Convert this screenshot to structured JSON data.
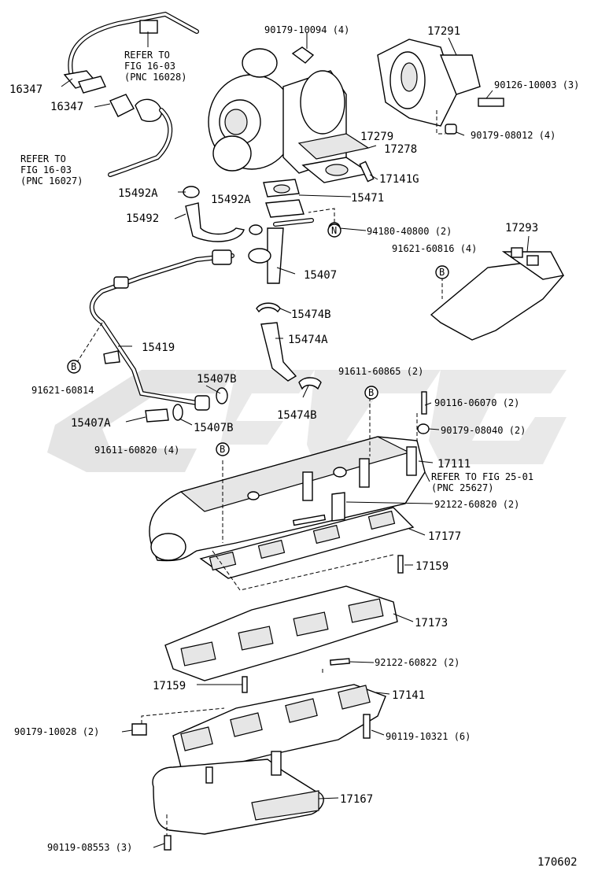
{
  "watermark": "watermark-logo",
  "figure_number": "170602",
  "labels": {
    "l16347a": "16347",
    "l16347b": "16347",
    "refer_1603a": "REFER TO",
    "refer_1603a_2": "FIG 16-03",
    "refer_1603a_3": "(PNC 16028)",
    "refer_1603b": "REFER TO",
    "refer_1603b_2": "FIG 16-03",
    "refer_1603b_3": "(PNC 16027)",
    "l90179_10094": "90179-10094 (4)",
    "l17291": "17291",
    "l90126_10003": "90126-10003 (3)",
    "l17279": "17279",
    "l90179_08012": "90179-08012 (4)",
    "l17278": "17278",
    "l17141g": "17141G",
    "l15492a_1": "15492A",
    "l15492a_2": "15492A",
    "l15471": "15471",
    "l15492": "15492",
    "l94180_40800": "94180-40800 (2)",
    "l17293": "17293",
    "l91621_60816": "91621-60816 (4)",
    "l15407": "15407",
    "l15474b_1": "15474B",
    "l15474a": "15474A",
    "l15419": "15419",
    "l91621_60814": "91621-60814",
    "l15407b_1": "15407B",
    "l91611_60865": "91611-60865 (2)",
    "l15474b_2": "15474B",
    "l90116_06070": "90116-06070 (2)",
    "l15407a": "15407A",
    "l15407b_2": "15407B",
    "l90179_08040": "90179-08040 (2)",
    "l91611_60820": "91611-60820 (4)",
    "l17111": "17111",
    "refer_2501": "REFER TO FIG 25-01",
    "refer_2501_2": "(PNC 25627)",
    "l92122_60820": "92122-60820 (2)",
    "l17177": "17177",
    "l17159_1": "17159",
    "l17173": "17173",
    "l92122_60822": "92122-60822 (2)",
    "l17159_2": "17159",
    "l17141": "17141",
    "l90179_10028": "90179-10028 (2)",
    "l90119_10321": "90119-10321 (6)",
    "l17167": "17167",
    "l90119_08553": "90119-08553 (3)"
  },
  "markers": {
    "b": "B",
    "n": "N"
  }
}
